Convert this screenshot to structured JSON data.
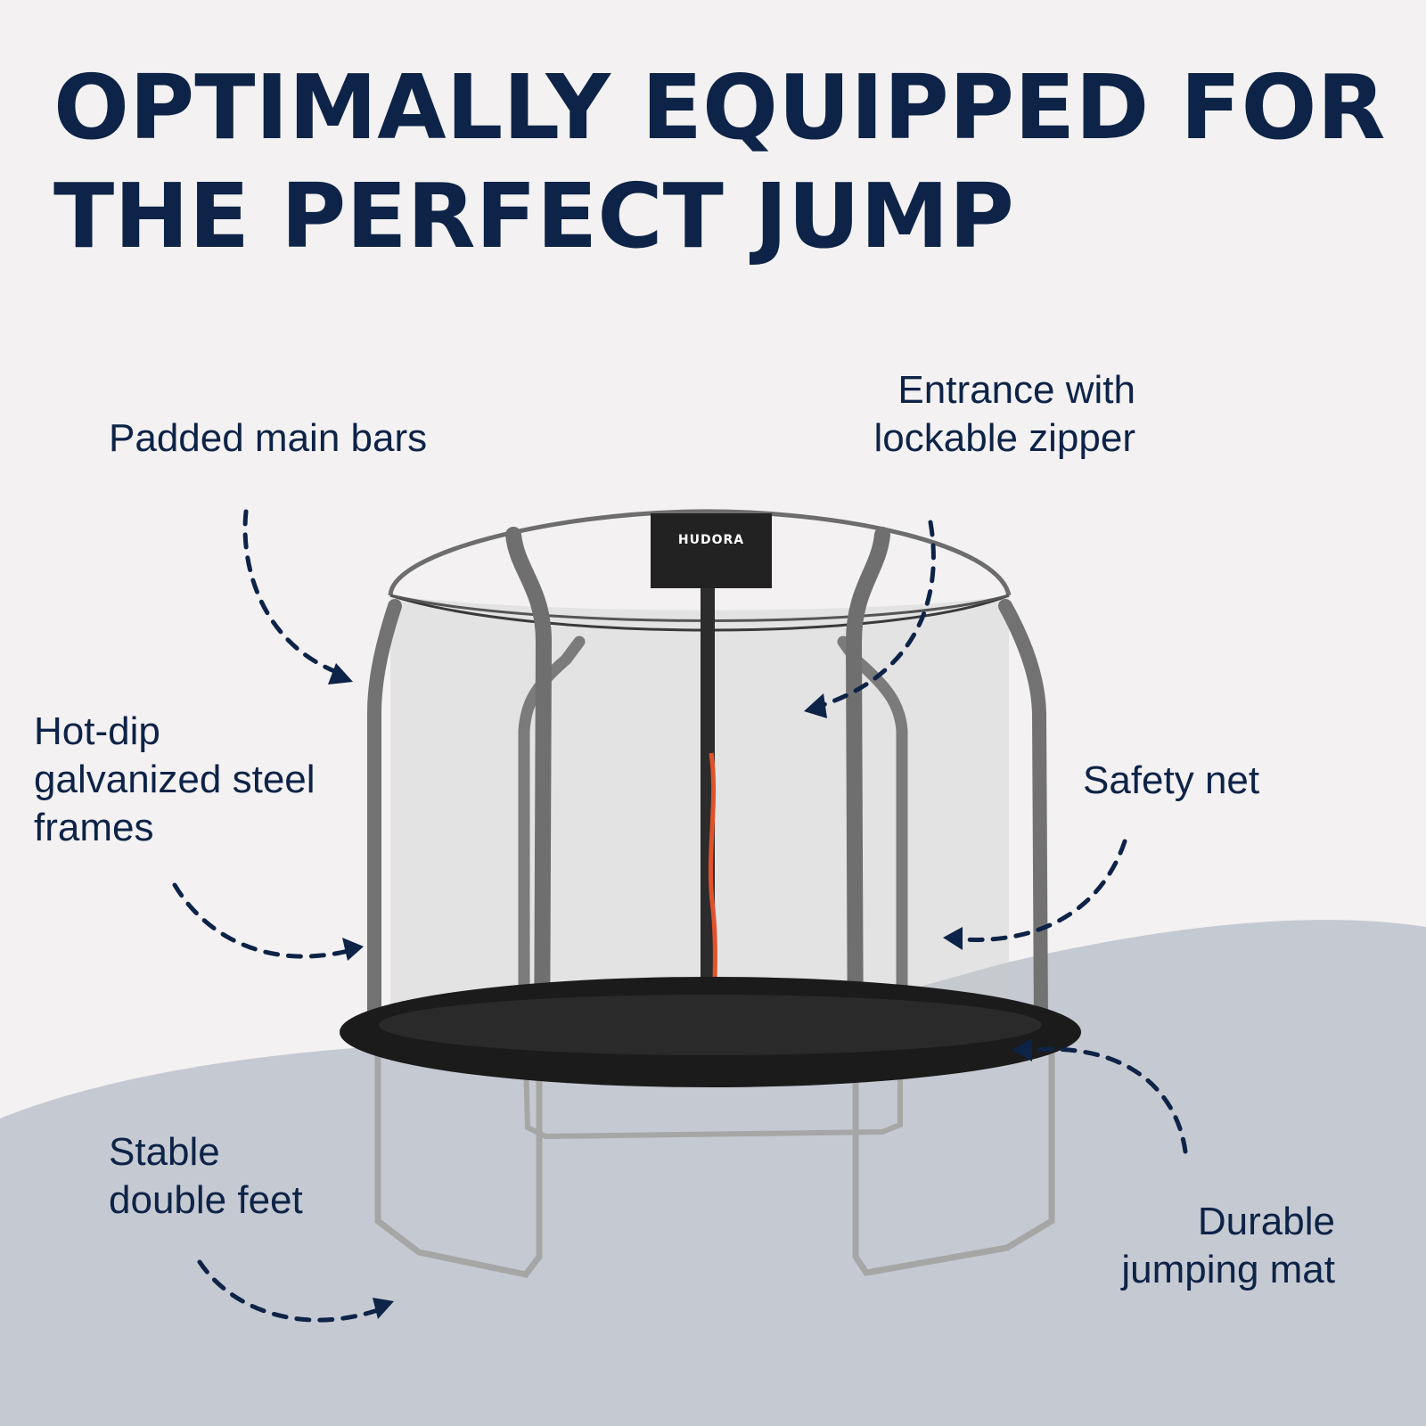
{
  "colors": {
    "background": "#f3f1f2",
    "floor": "#c5c9d1",
    "title": "#0d2347",
    "accent_zipper": "#e2522a"
  },
  "title": {
    "line1": "OPTIMALLY EQUIPPED FOR",
    "line2": "THE PERFECT JUMP"
  },
  "brand": {
    "logo_text": "HUDORA"
  },
  "features": {
    "padded_main_bars": {
      "line1": "Padded main bars"
    },
    "entrance": {
      "line1": "Entrance with",
      "line2": "lockable zipper"
    },
    "steel_frames": {
      "line1": "Hot-dip",
      "line2": "galvanized steel",
      "line3": "frames"
    },
    "safety_net": {
      "line1": "Safety net"
    },
    "double_feet": {
      "line1": "Stable",
      "line2": "double feet"
    },
    "jumping_mat": {
      "line1": "Durable",
      "line2": "jumping mat"
    }
  },
  "icons": [
    "dashed-arrow-icon",
    "trampoline-illustration"
  ]
}
